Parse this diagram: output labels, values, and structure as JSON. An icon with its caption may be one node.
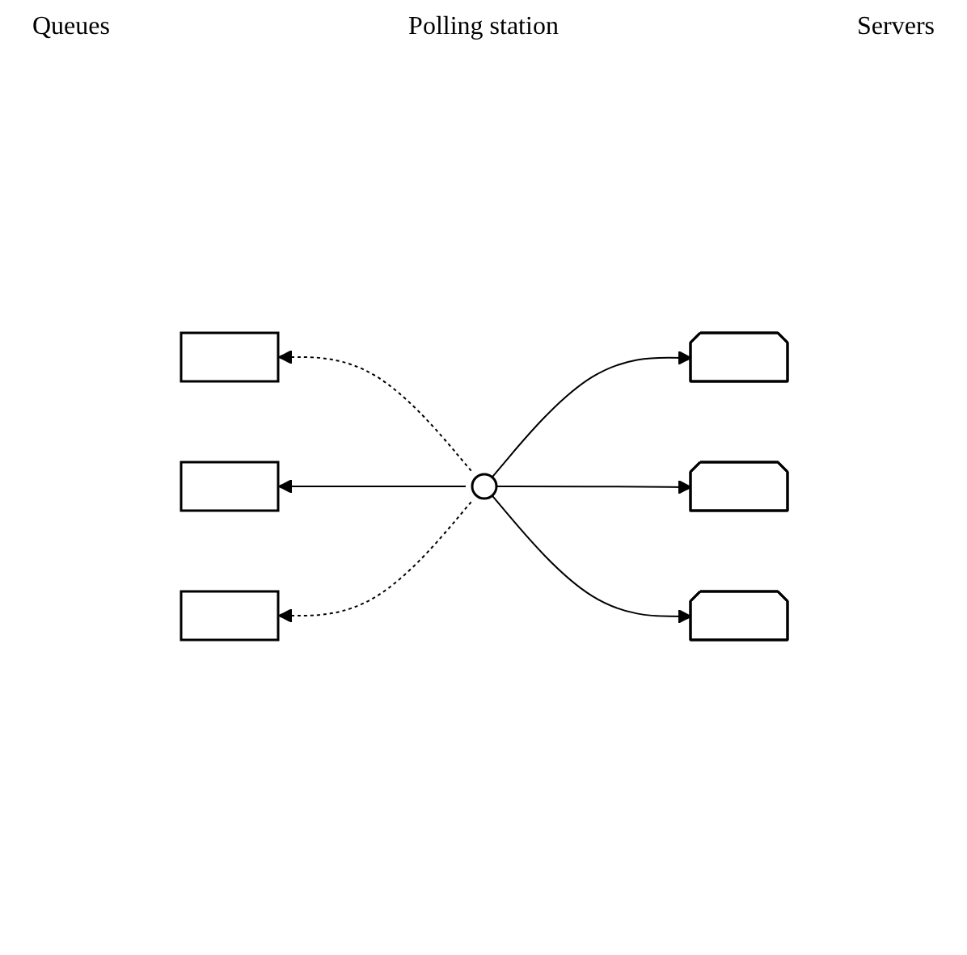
{
  "diagram": {
    "nodes": [
      {
        "text": [],
        "shape": "box"
      },
      {
        "text": [],
        "shape": "box"
      },
      {
        "text": [],
        "shape": "box"
      },
      {
        "text": [],
        "shape": "circle"
      },
      {
        "text": [],
        "shape": "pentagon"
      },
      {
        "text": [],
        "shape": "pentagon"
      },
      {
        "text": [],
        "shape": "pentagon"
      }
    ],
    "edges": [
      {
        "from": 3,
        "to": 0,
        "arrow": "to",
        "style": "dashed"
      },
      {
        "from": 3,
        "to": 1,
        "arrow": "to"
      },
      {
        "from": 3,
        "to": 2,
        "arrow": "to",
        "style": "dashed"
      },
      {
        "from": 3,
        "to": 4,
        "arrow": "to"
      },
      {
        "from": 3,
        "to": 5,
        "arrow": "to"
      },
      {
        "from": 3,
        "to": 6,
        "arrow": "to"
      }
    ],
    "labels": [
      "Queues",
      "Polling station",
      "Servers"
    ]
  }
}
